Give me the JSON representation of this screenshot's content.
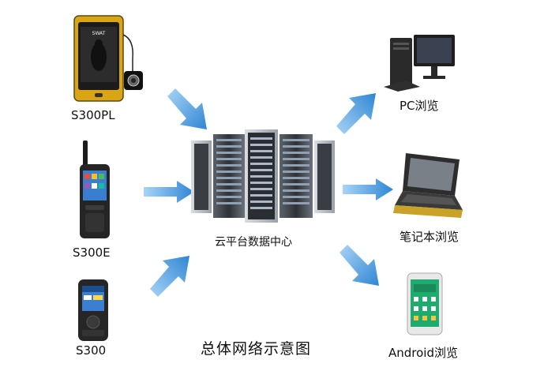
{
  "diagram": {
    "title": "总体网络示意图",
    "center_label": "云平台数据中心",
    "left_devices": [
      {
        "label": "S300PL",
        "icon": "rugged-phone-icon"
      },
      {
        "label": "S300E",
        "icon": "walkie-talkie-icon"
      },
      {
        "label": "S300",
        "icon": "handheld-terminal-icon"
      }
    ],
    "right_clients": [
      {
        "label": "PC浏览",
        "icon": "desktop-pc-icon"
      },
      {
        "label": "笔记本浏览",
        "icon": "laptop-icon"
      },
      {
        "label": "Android浏览",
        "icon": "smartphone-icon"
      }
    ],
    "colors": {
      "arrow": "#3d8fd8",
      "arrow_light": "#8cc4f0",
      "server": "#4a4f57",
      "rugged_yellow": "#e0b01c"
    }
  }
}
